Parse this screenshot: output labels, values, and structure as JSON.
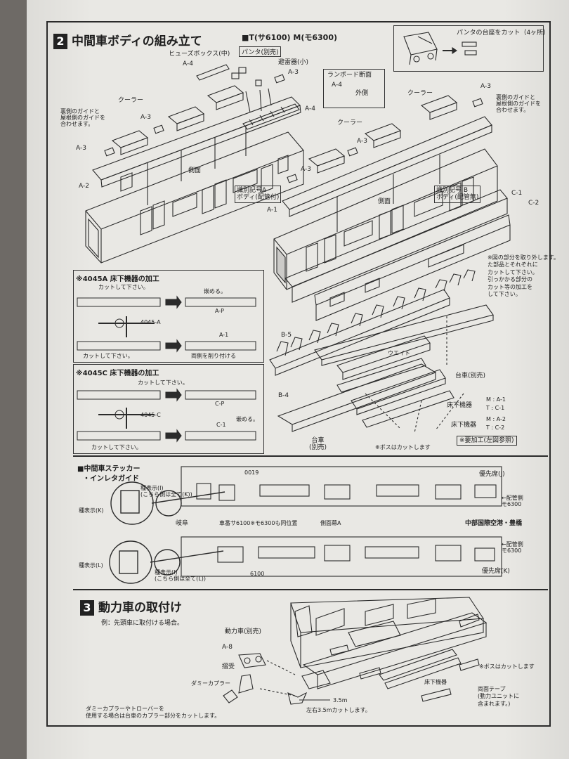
{
  "section2": {
    "number": "2",
    "title": "中間車ボディの組み立て",
    "models": "■T(サ6100) M(モ6300)",
    "inset_note": "パンタの台座をカット（4ヶ所）",
    "labels": {
      "fuse_box": "ヒューズボックス(中)",
      "panta": "パンタ(別売)",
      "lightning": "避雷器(小)",
      "a4_top": "A-4",
      "a4_mid": "A-4",
      "a4_right": "A-4",
      "a3_top": "A-3",
      "a3_left": "A-3",
      "a3_mid": "A-3",
      "a3_right": "A-3",
      "a3_far_left": "A-3",
      "a3_br": "A-3",
      "runboard": "ランボード断面",
      "outside": "外側",
      "cooler_left": "クーラー",
      "cooler_mid": "クーラー",
      "cooler_right": "クーラー",
      "left_guide": "裏側のガイドと\n屋根側のガイドを\n合わせます。",
      "right_guide": "裏側のガイドと\n屋根側のガイドを\n合わせます。",
      "a2": "A-2",
      "a1": "A-1",
      "c1": "C-1",
      "c2": "C-2",
      "side_left": "側面",
      "side_right": "側面",
      "id_a": "識別記号A\nボディ(配管付)",
      "id_b": "識別記号 B\nボディ(配管無)",
      "cut_note": "※図の部分を取り外します。\nた部品とそれぞれに\nカットして下さい。\n引っかかる部分の\nカット等の加工を\nして下さい。"
    },
    "panel_4045a": {
      "title": "※4045A 床下機器の加工",
      "cut": "カットして下さい。",
      "fit": "嵌める。",
      "ap": "A-P",
      "code": "4045-A",
      "a1": "A-1",
      "cut_bottom": "カットして下さい。",
      "note": "両側を削り付ける"
    },
    "panel_4045c": {
      "title": "※4045C 床下機器の加工",
      "cut": "カットして下さい。",
      "cp": "C-P",
      "code": "4045-C",
      "c1": "C-1",
      "fit": "嵌める。",
      "cut_bottom": "カットして下さい。"
    },
    "floor": {
      "b5": "B-5",
      "b4": "B-4",
      "weight": "ウエイト",
      "bogie_top": "台車(別売)",
      "bogie_bottom": "台車\n(別売)",
      "under_label1": "床下機器",
      "under_m1": "M : A-1",
      "under_t1": "T : C-1",
      "under_label2": "床下機器",
      "under_m2": "M : A-2",
      "under_t2": "T : C-2",
      "boss": "※ボスはカットします",
      "proc": "※要加工(左図参照)"
    }
  },
  "sticker": {
    "title1": "■中間車ステッカー",
    "title2": "・インレタガイド",
    "num_top": "0019",
    "dest_r": "優先席(J)",
    "dest_kanji": "岐阜",
    "dest_right": "中部国際空港・豊橋",
    "pipe_side1": "←配管側\nモ6300",
    "pipe_side2": "←配管側\nモ6300",
    "series": "車番サ6100※モ6300も同位置",
    "side_a": "側面幕A",
    "disp_left1": "種表示(K)",
    "disp_left2": "種表示(L)",
    "disp_note1": "種表示(I)\n(こちら側は全て(K))",
    "disp_note2": "種表示(I)\n(こちら側は全て(L))",
    "num_bottom": "6100",
    "priority": "優先席(K)"
  },
  "section3": {
    "number": "3",
    "title": "動力車の取付け",
    "example": "例：先頭車に取付ける場合。",
    "motor": "動力車(別売)",
    "a8": "A-8",
    "shoe": "摺受",
    "dummy": "ダミーカプラー",
    "bottom_note": "ダミーカプラーやトローバーを\n使用する場合は台車のカプラー部分をカットします。",
    "cut_35": "3.5m",
    "cut_note": "左右3.5mカットします。",
    "boss": "※ボスはカットします",
    "under": "床下機器",
    "tape": "両面テープ\n(動力ユニットに\n含まれます。)"
  }
}
